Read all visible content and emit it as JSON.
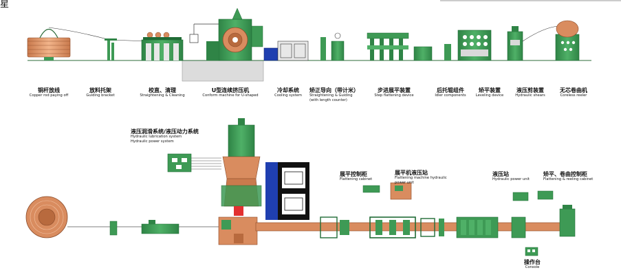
{
  "corner_mark": "星",
  "top_line": {
    "stations": [
      {
        "cn": "铜杆放线",
        "en": "Copper rod paying off"
      },
      {
        "cn": "放料托架",
        "en": "Guiding bracket"
      },
      {
        "cn": "校直、清理",
        "en": "Straightening & Cleaning"
      },
      {
        "cn": "U型连续挤压机",
        "en": "Conform machine for U-shaped"
      },
      {
        "cn": "冷却系统",
        "en": "Cooling system"
      },
      {
        "cn": "矫正导向（带计米）",
        "en": "Straightening & Guiding",
        "en2": "(with length counter)"
      },
      {
        "cn": "步进展平装置",
        "en": "Step flattening device"
      },
      {
        "cn": "后托辊组件",
        "en": "Idler components"
      },
      {
        "cn": "矫平装置",
        "en": "Leveling device"
      },
      {
        "cn": "液压剪装置",
        "en": "Hydraulic shears"
      },
      {
        "cn": "无芯卷曲机",
        "en": "Coreless reeler"
      }
    ]
  },
  "bottom_line": {
    "hydraulic_system": {
      "cn": "液压润滑系统/液压动力系统",
      "en": "Hydraulic lubrication system",
      "en2": "Hydraulic power system"
    },
    "flattening_cabinet": {
      "cn": "展平控制柜",
      "en": "Flattening cabinet"
    },
    "flattening_hydraulic": {
      "cn": "展平机液压站",
      "en": "Flattening machine hydraulic",
      "en2": "power unit"
    },
    "hydraulic_power_unit": {
      "cn": "液压站",
      "en": "Hydraulic power unit"
    },
    "reeling_cabinet": {
      "cn": "矫平、卷曲控制柜",
      "en": "Flattening & reeling cabinet"
    },
    "console": {
      "cn": "操作台",
      "en": "Console"
    }
  },
  "colors": {
    "machine_green": "#3e9a55",
    "dark_green": "#1f6b35",
    "copper": "#d98c5f",
    "copper_dark": "#b86a3e",
    "blue": "#1f3fb0",
    "floor_gray": "#d9d9d9"
  }
}
